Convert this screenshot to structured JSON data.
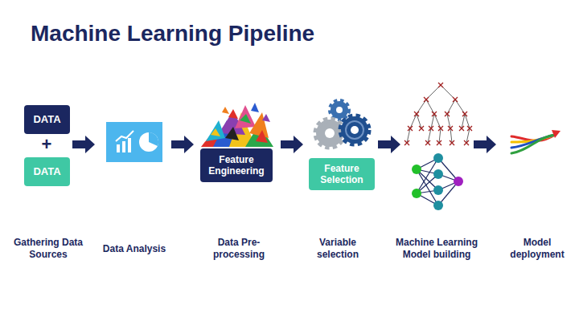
{
  "diagram": {
    "title": "Machine Learning Pipeline",
    "nodes": [
      {
        "text": [
          "DATA"
        ]
      },
      {
        "text": [
          "DATA"
        ]
      },
      {
        "text": [
          "Feature Engineering"
        ]
      },
      {
        "text": [
          "Feature Selection"
        ]
      }
    ],
    "labels": [
      "+",
      "Gathering Data Sources",
      "Data Analysis",
      "Data Pre-processing",
      "Variable selection",
      "Machine Learning Model building",
      "Model deployment"
    ]
  }
}
